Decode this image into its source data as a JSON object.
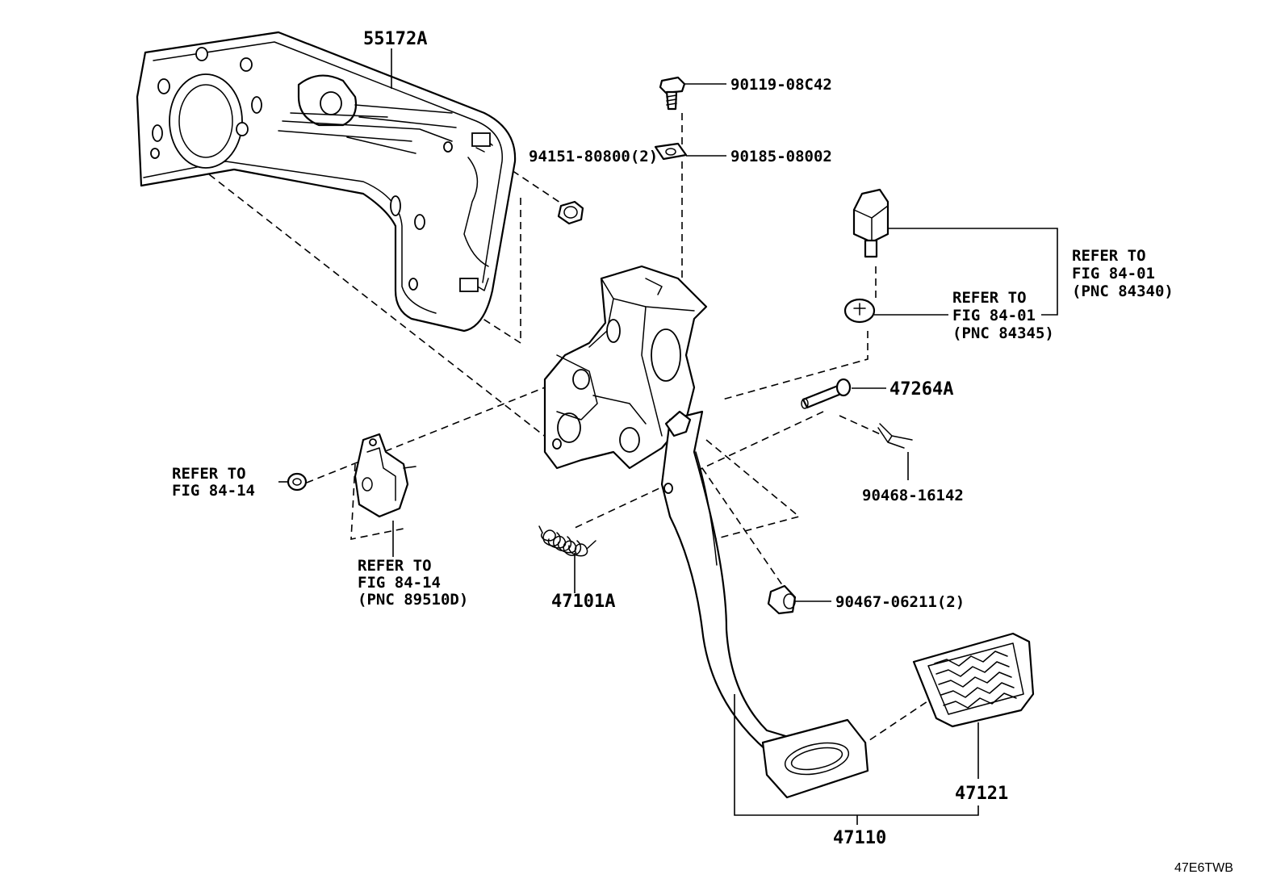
{
  "diagram": {
    "drawing_code": "47E6TWB",
    "callouts": {
      "p55172A": "55172A",
      "p90119": "90119-08C42",
      "p90185": "90185-08002",
      "p94151": "94151-80800(2)",
      "p47264A": "47264A",
      "p90468": "90468-16142",
      "p47101A": "47101A",
      "p90467": "90467-06211(2)",
      "p47121": "47121",
      "p47110": "47110"
    },
    "refs": {
      "fig8401_84340": {
        "line1": "REFER TO",
        "line2": "FIG 84-01",
        "line3": "(PNC 84340)"
      },
      "fig8401_84345": {
        "line1": "REFER TO",
        "line2": "FIG 84-01",
        "line3": "(PNC 84345)"
      },
      "fig8414_left": {
        "line1": "REFER TO",
        "line2": "FIG 84-14"
      },
      "fig8414_89510D": {
        "line1": "REFER TO",
        "line2": "FIG 84-14",
        "line3": "(PNC 89510D)"
      }
    }
  }
}
